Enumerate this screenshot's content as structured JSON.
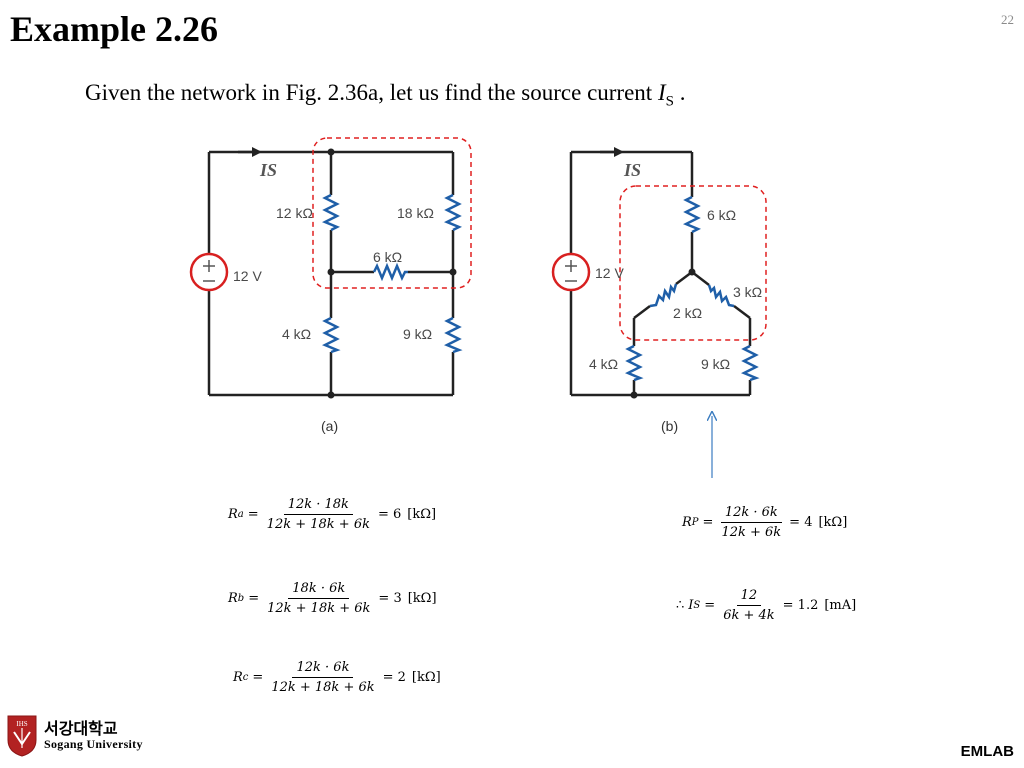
{
  "slide": {
    "title": "Example 2.26",
    "page_number": "22",
    "intro_text": "Given the network in Fig. 2.36a, let us find the source current",
    "intro_symbol": "I",
    "intro_symbol_sub": "S",
    "intro_end": ".",
    "footer_brand": "EMLAB"
  },
  "logo": {
    "korean": "서강대학교",
    "english": "Sogang University",
    "badge_text": "IHS",
    "badge_color": "#b22222"
  },
  "figure_a": {
    "caption": "(a)",
    "source_label": "12 V",
    "current_label": "IS",
    "r1": "12 kΩ",
    "r2": "18 kΩ",
    "r3": "6 kΩ",
    "r4": "4 kΩ",
    "r5": "9 kΩ"
  },
  "figure_b": {
    "caption": "(b)",
    "source_label": "12 V",
    "current_label": "IS",
    "r_top": "6 kΩ",
    "r_left_diag": "2 kΩ",
    "r_right_diag": "3 kΩ",
    "r_bl": "4 kΩ",
    "r_br": "9 kΩ"
  },
  "colors": {
    "resistor": "#1f5fa8",
    "dashed_box": "#e02020",
    "source": "#d82020",
    "arrow": "#3a7cc0",
    "wire": "#222222"
  },
  "equations": {
    "ra": {
      "lhs": "R",
      "sub": "a",
      "num": "12k · 18k",
      "den": "12k + 18k + 6k",
      "rhs": "= 6",
      "unit": "[kΩ]"
    },
    "rb": {
      "lhs": "R",
      "sub": "b",
      "num": "18k · 6k",
      "den": "12k + 18k + 6k",
      "rhs": "= 3",
      "unit": "[kΩ]"
    },
    "rc": {
      "lhs": "R",
      "sub": "c",
      "num": "12k · 6k",
      "den": "12k + 18k + 6k",
      "rhs": "= 2",
      "unit": "[kΩ]"
    },
    "rp": {
      "lhs": "R",
      "sub": "P",
      "num": "12k · 6k",
      "den": "12k + 6k",
      "rhs": "= 4",
      "unit": "[kΩ]"
    },
    "is": {
      "prefix": "∴",
      "lhs": "I",
      "sub": "S",
      "num": "12",
      "den": "6k + 4k",
      "rhs": "= 1.2",
      "unit": "[mA]"
    }
  }
}
